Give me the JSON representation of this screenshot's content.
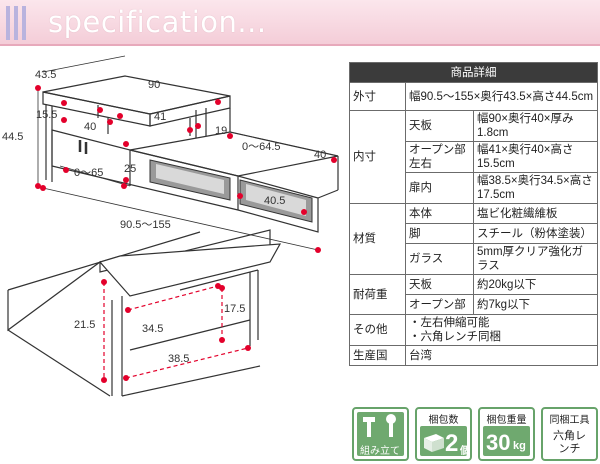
{
  "header": {
    "title": "specification..."
  },
  "drawing": {
    "dims_top": [
      "43.5",
      "90",
      "15.5",
      "40",
      "41",
      "19",
      "0～64.5",
      "40",
      "44.5",
      "0～65",
      "25",
      "40.5",
      "90.5～155"
    ],
    "dims_bottom": [
      "21.5",
      "34.5",
      "17.5",
      "38.5"
    ]
  },
  "spec": {
    "title": "商品詳細",
    "rows": [
      {
        "cat": "外寸",
        "sub": "",
        "val": "幅90.5～155×奥行43.5×高さ44.5cm"
      },
      {
        "cat": "内寸",
        "sub": "天板",
        "val": "幅90×奥行40×厚み1.8cm"
      },
      {
        "cat": "",
        "sub": "オープン部左右",
        "val": "幅41×奥行40×高さ15.5cm"
      },
      {
        "cat": "",
        "sub": "扉内",
        "val": "幅38.5×奥行34.5×高さ17.5cm"
      },
      {
        "cat": "材質",
        "sub": "本体",
        "val": "塩ビ化粧繊維板"
      },
      {
        "cat": "",
        "sub": "脚",
        "val": "スチール（粉体塗装）"
      },
      {
        "cat": "",
        "sub": "ガラス",
        "val": "5mm厚クリア強化ガラス"
      },
      {
        "cat": "耐荷重",
        "sub": "天板",
        "val": "約20kg以下"
      },
      {
        "cat": "",
        "sub": "オープン部",
        "val": "約7kg以下"
      },
      {
        "cat": "その他",
        "sub": "",
        "val": "・左右伸縮可能\n・六角レンチ同梱"
      },
      {
        "cat": "生産国",
        "sub": "",
        "val": "台湾"
      }
    ]
  },
  "badges": [
    {
      "title": "",
      "value": "組み立て",
      "icon": "tools-icon"
    },
    {
      "title": "梱包数",
      "value": "2",
      "unit": "個",
      "icon": "box-icon"
    },
    {
      "title": "梱包重量",
      "value": "30",
      "unit": "kg",
      "icon": "weight-icon"
    },
    {
      "title": "同梱工具",
      "value": "六角レンチ",
      "icon": "wrench-icon"
    }
  ],
  "colors": {
    "header_bg": "#f4cdd8",
    "accent_bars": "#b9b3de",
    "badge_green": "#6fa96f",
    "dim_red": "#e3002b"
  }
}
